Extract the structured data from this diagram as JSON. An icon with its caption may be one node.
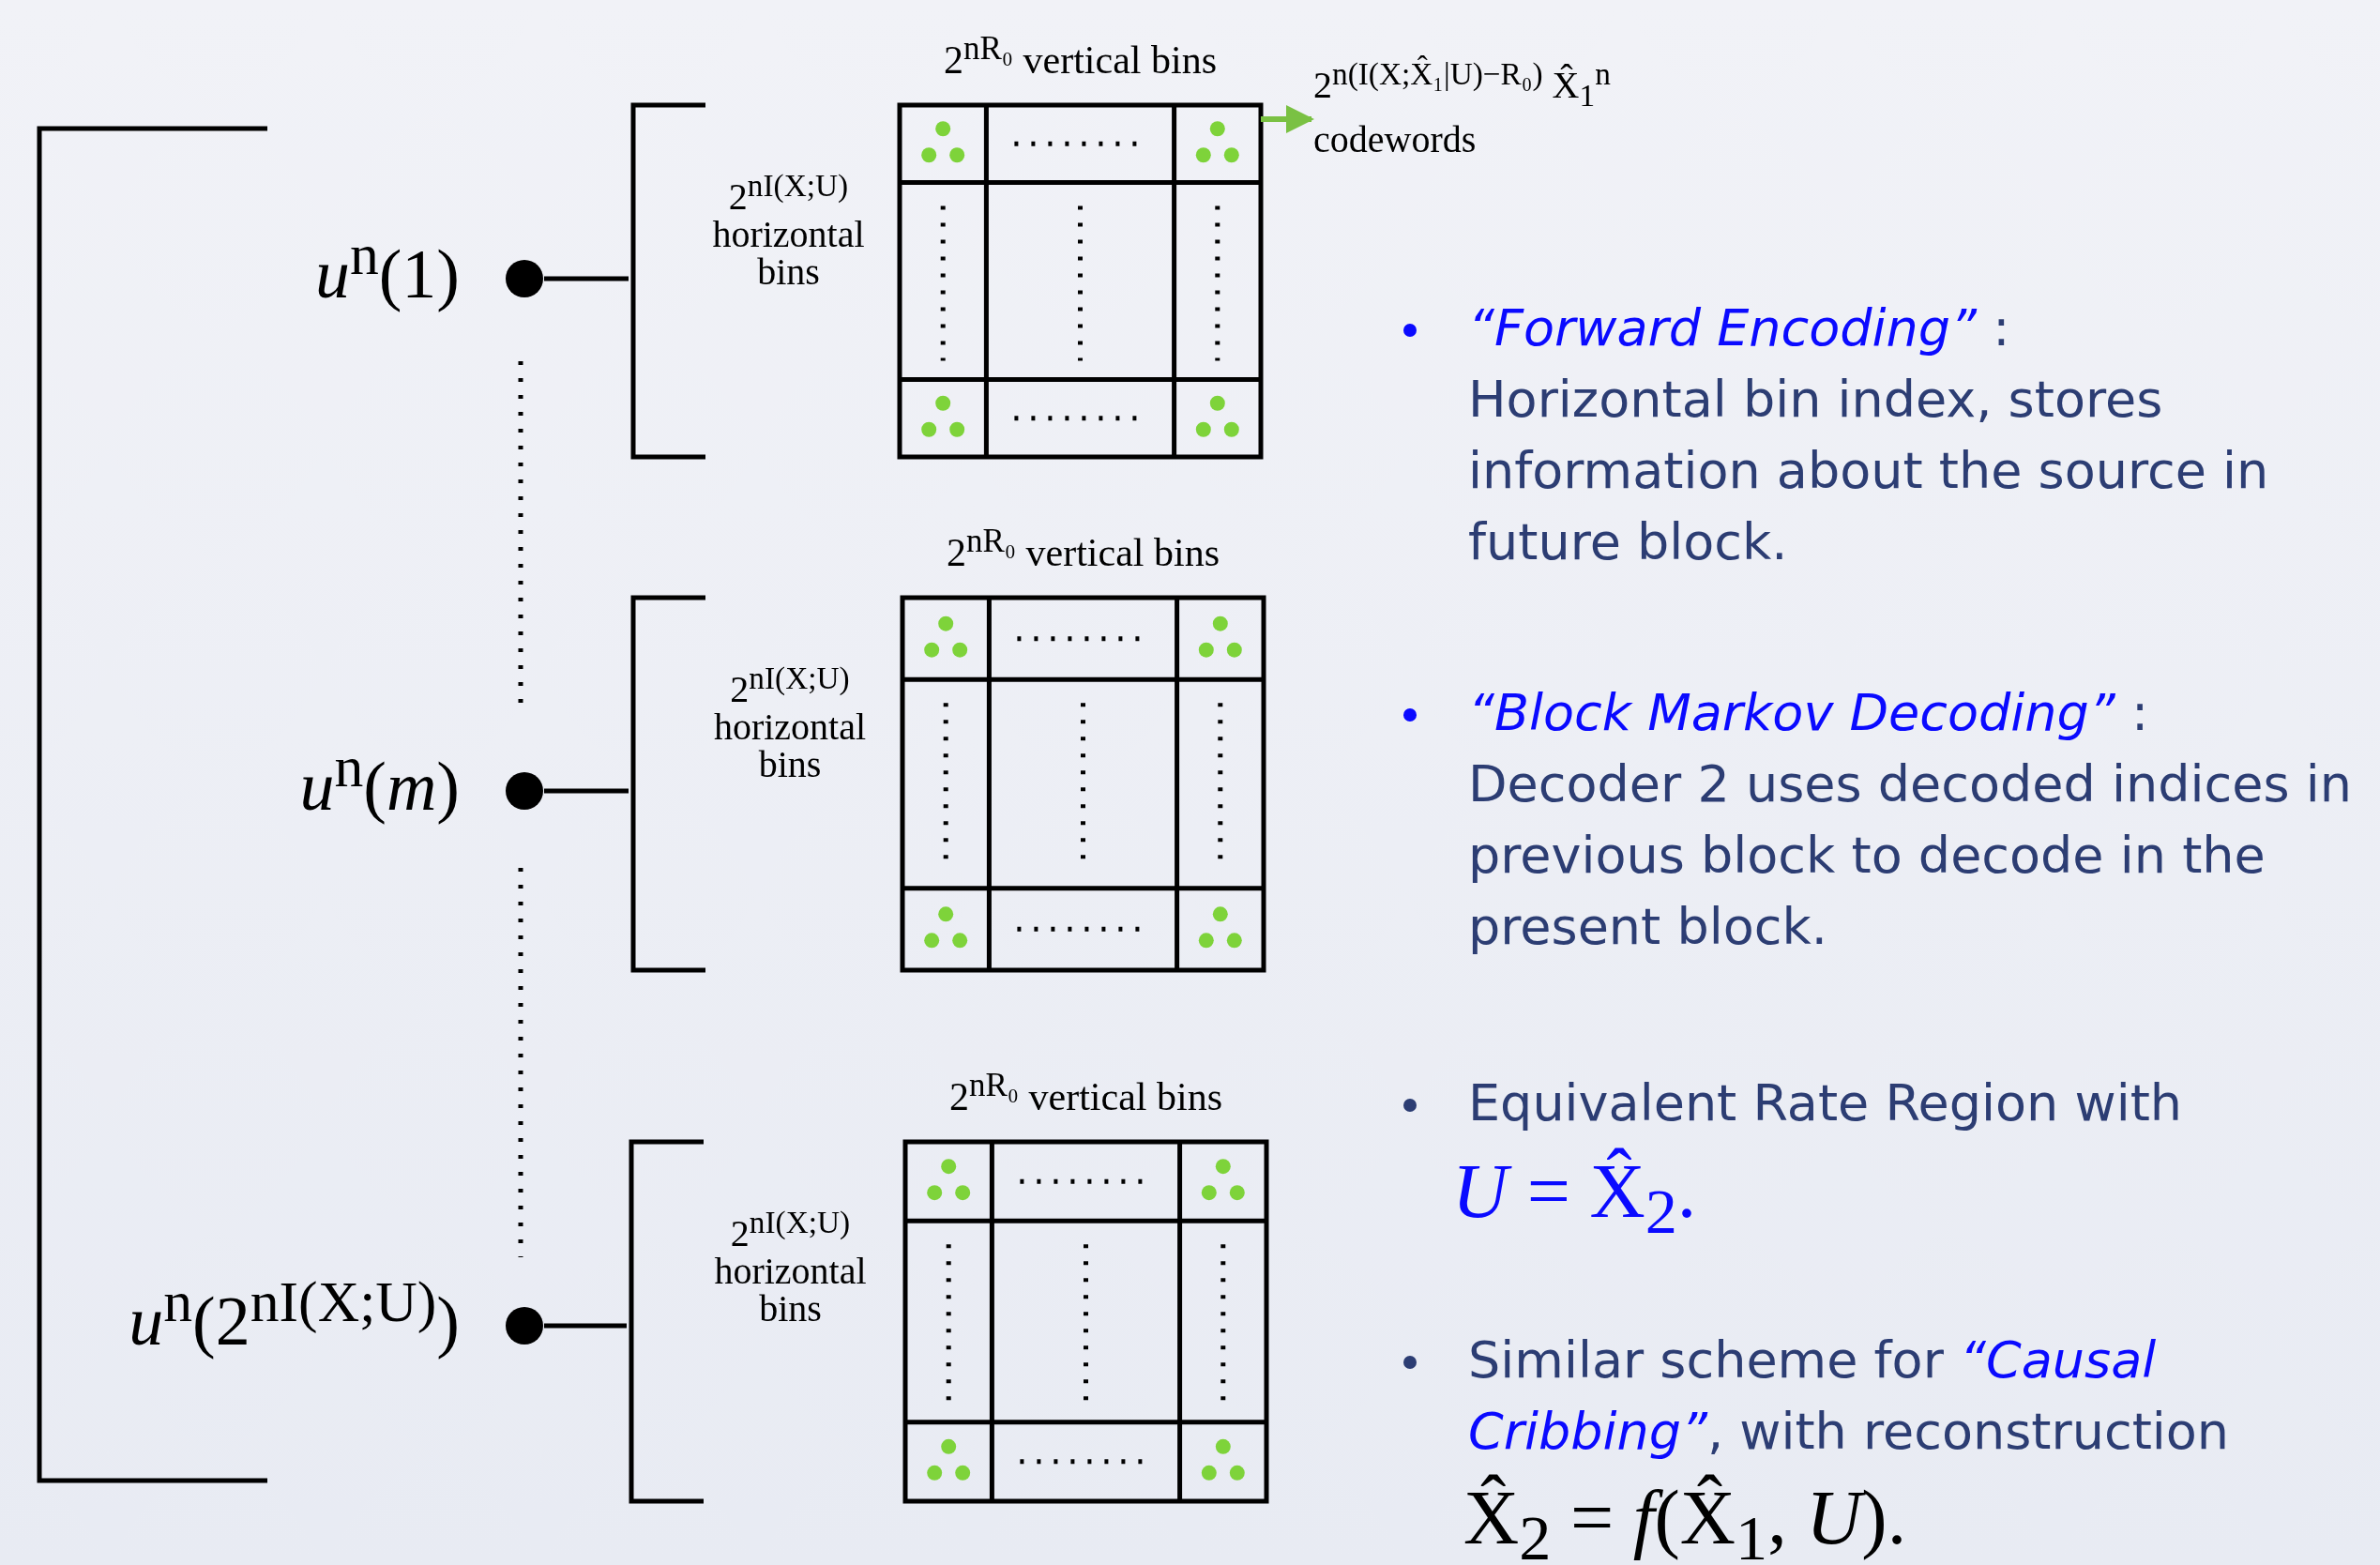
{
  "diagram": {
    "nodes": [
      {
        "text": [
          "*u*$^{n}$(1)"
        ]
      },
      {
        "text": [
          "2$^{nR₀}$ vertical bins",
          "2$^{nI(X;U)}$ horizontal bins"
        ]
      },
      {
        "text": [
          "2$^{n(I(X;X̂₁|U)−R₀)}$ X̂$_{1}$$^{n}$ codewords"
        ]
      },
      {
        "text": [
          "*u*$^{n}$(*m*)"
        ]
      },
      {
        "text": [
          "2$^{nR₀}$ vertical bins",
          "2$^{nI(X;U)}$ horizontal bins"
        ]
      },
      {
        "text": [
          "*u*$^{n}$(2$^{nI(X;U)}$)"
        ]
      },
      {
        "text": [
          "2$^{nR₀}$ vertical bins",
          "2$^{nI(X;U)}$ horizontal bins"
        ]
      }
    ],
    "edges": [
      {
        "from": 0,
        "to": 1,
        "arrow": "none"
      },
      {
        "from": 1,
        "to": 2,
        "arrow": "to",
        "color": "#7ac143"
      },
      {
        "from": 3,
        "to": 4,
        "arrow": "none"
      },
      {
        "from": 5,
        "to": 6,
        "arrow": "none"
      }
    ],
    "labels": [
      "*“Forward Encoding”* :",
      "Horizontal bin index, stores information about the source in future block.",
      "*“Block Markov Decoding”* :",
      "Decoder 2 uses decoded indices in previous block to decode in the present block.",
      "Equivalent Rate Region with",
      "*U* = X̂$_{2}$.",
      "Similar scheme for *“Causal Cribbing”*, with reconstruction",
      "X̂$_{2}$ = *f*(X̂$_{1}$, *U*)."
    ]
  }
}
